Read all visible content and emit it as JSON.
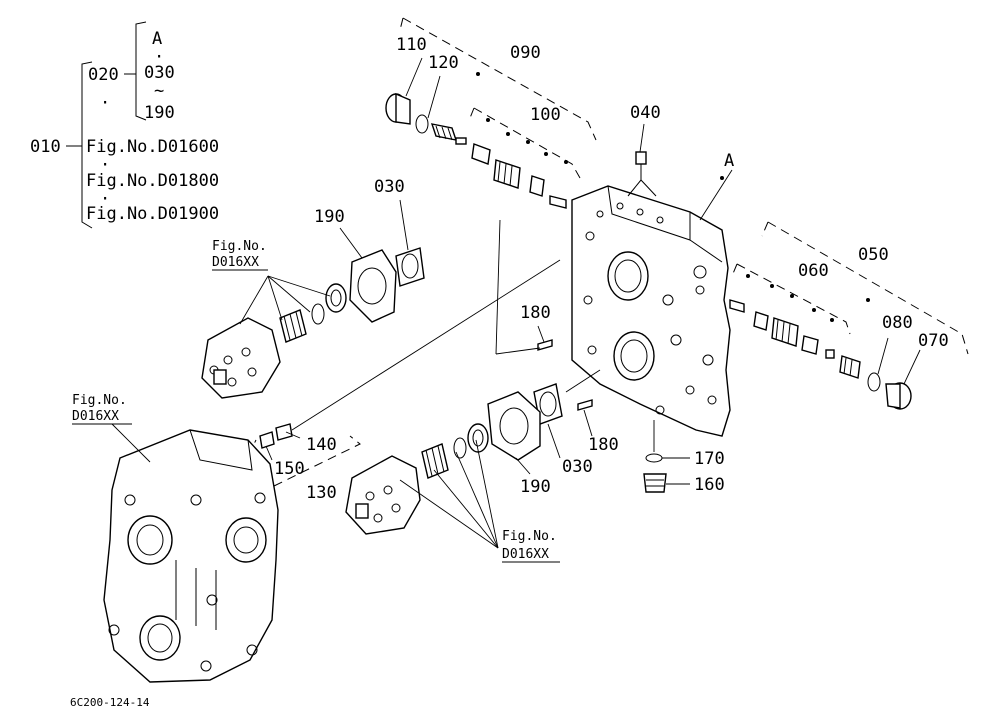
{
  "legend": {
    "p010": "010",
    "p020": "020",
    "dot1": "·",
    "ref_a": "A",
    "dot2": "·",
    "p030": "030",
    "tilde": "~",
    "p190": "190",
    "dot3": "·",
    "fig1": "Fig.No.D01600",
    "dot4": "·",
    "fig2": "Fig.No.D01800",
    "dot5": "·",
    "fig3": "Fig.No.D01900"
  },
  "labels": {
    "l110": "110",
    "l120": "120",
    "l090": "090",
    "l100": "100",
    "l040": "040",
    "lA": "A",
    "l030_top": "030",
    "l190_top": "190",
    "l050": "050",
    "l060": "060",
    "l080": "080",
    "l070": "070",
    "l180_top": "180",
    "l140": "140",
    "l150": "150",
    "l130": "130",
    "l180_bot": "180",
    "l030_bot": "030",
    "l190_bot": "190",
    "l170": "170",
    "l160": "160"
  },
  "refs": {
    "fig_top_1": "Fig.No.",
    "fig_top_2": "D016XX",
    "fig_left_1": "Fig.No.",
    "fig_left_2": "D016XX",
    "fig_bot_1": "Fig.No.",
    "fig_bot_2": "D016XX"
  },
  "drawing_code": "6C200-124-14"
}
